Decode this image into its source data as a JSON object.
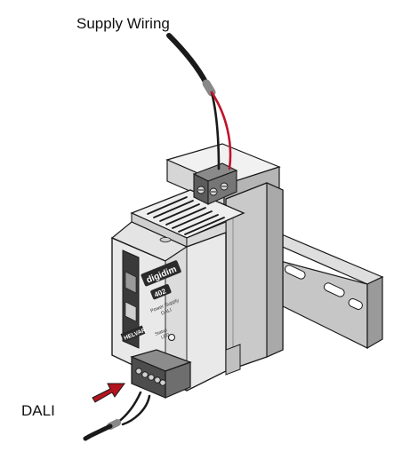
{
  "labels": {
    "supply": "Supply Wiring",
    "dali": "DALI"
  },
  "device": {
    "brand": "digidim",
    "model": "402",
    "subtitle_line1": "Power Supply",
    "subtitle_line2": "DALI",
    "maker": "HELVAR",
    "status_line1": "Status",
    "status_line2": "LED"
  },
  "colors": {
    "outline": "#1a1a1a",
    "housing": "#e8e8e8",
    "housing_shade": "#c9c9c9",
    "housing_dark": "#a8a8a8",
    "wire_black": "#1a1a1a",
    "wire_red": "#c0142b",
    "arrow": "#b3141f",
    "terminal": "#6f6f6f",
    "terminal_dark": "#3c3c3c"
  }
}
